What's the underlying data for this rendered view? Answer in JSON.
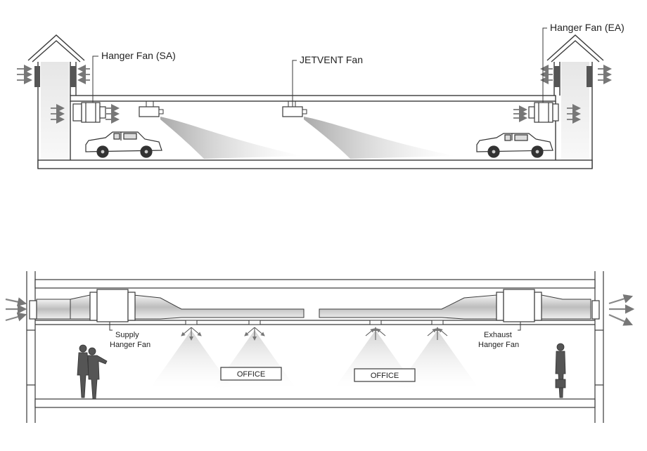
{
  "top_diagram": {
    "labels": {
      "hanger_fan_sa": "Hanger Fan (SA)",
      "jetvent_fan": "JETVENT Fan",
      "hanger_fan_ea": "Hanger Fan (EA)"
    }
  },
  "bottom_diagram": {
    "labels": {
      "supply_line1": "Supply",
      "supply_line2": "Hanger Fan",
      "exhaust_line1": "Exhaust",
      "exhaust_line2": "Hanger Fan",
      "office_left": "OFFICE",
      "office_right": "OFFICE"
    }
  },
  "colors": {
    "line": "#3a3a3a",
    "airflow": "#9a9a9a",
    "background": "#ffffff"
  }
}
